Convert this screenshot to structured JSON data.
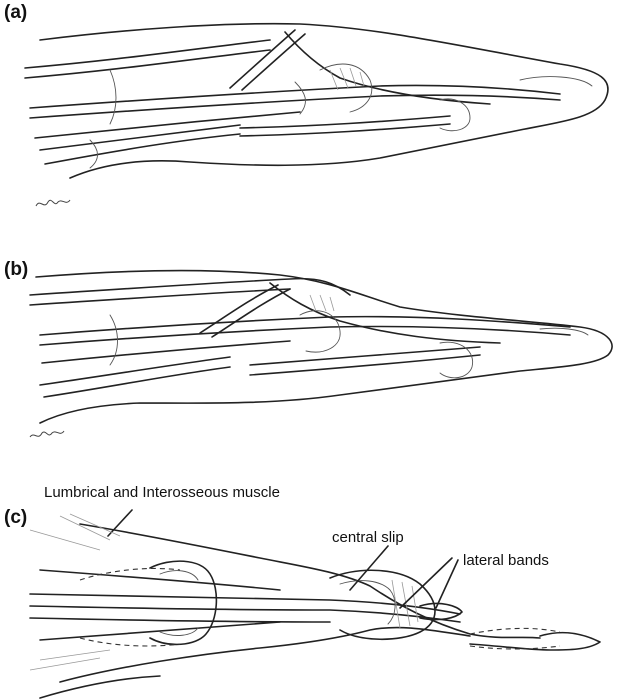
{
  "panels": [
    {
      "label": "(a)"
    },
    {
      "label": "(b)"
    },
    {
      "label": "(c)"
    }
  ],
  "captions": {
    "muscle": "Lumbrical and Interosseous muscle",
    "central_slip": "central slip",
    "lateral_bands": "lateral bands"
  }
}
